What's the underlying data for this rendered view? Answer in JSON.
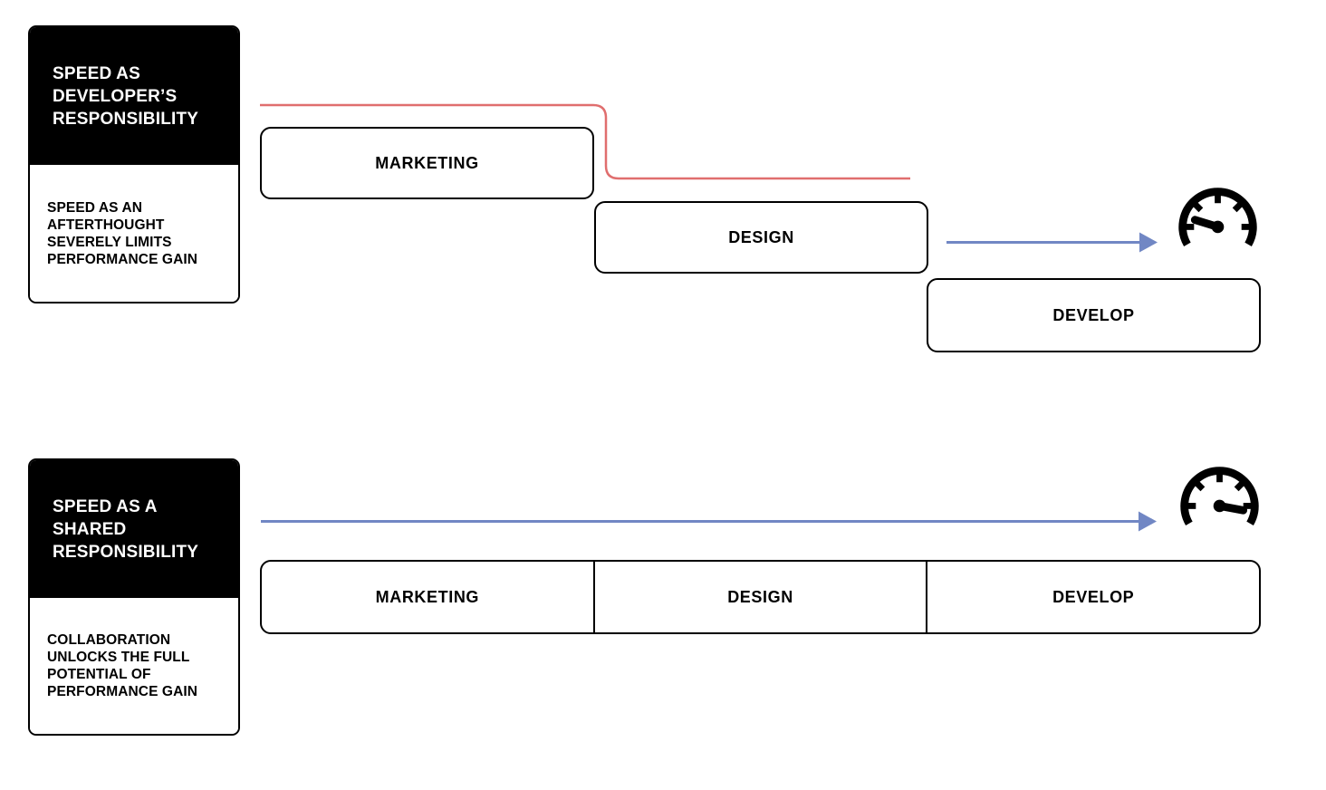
{
  "colors": {
    "red": "#e06e6e",
    "blue": "#7187c4",
    "black": "#000000",
    "white": "#ffffff"
  },
  "top_section": {
    "card": {
      "title": "SPEED AS\nDEVELOPER’S\nRESPONSIBILITY",
      "body": "SPEED AS AN\nAFTERTHOUGHT\nSEVERELY LIMITS\nPERFORMANCE GAIN"
    },
    "stages": [
      {
        "label": "MARKETING"
      },
      {
        "label": "DESIGN"
      },
      {
        "label": "DEVELOP"
      }
    ],
    "icons": {
      "gauge": "speedometer-low-icon",
      "flow": "red-step-delay-line",
      "arrow": "blue-speed-arrow"
    }
  },
  "bottom_section": {
    "card": {
      "title": "SPEED AS A\nSHARED\nRESPONSIBILITY",
      "body": "COLLABORATION\nUNLOCKS THE FULL\nPOTENTIAL OF\nPERFORMANCE GAIN"
    },
    "stages": [
      {
        "label": "MARKETING"
      },
      {
        "label": "DESIGN"
      },
      {
        "label": "DEVELOP"
      }
    ],
    "icons": {
      "gauge": "speedometer-high-icon",
      "arrow": "blue-speed-arrow"
    }
  }
}
